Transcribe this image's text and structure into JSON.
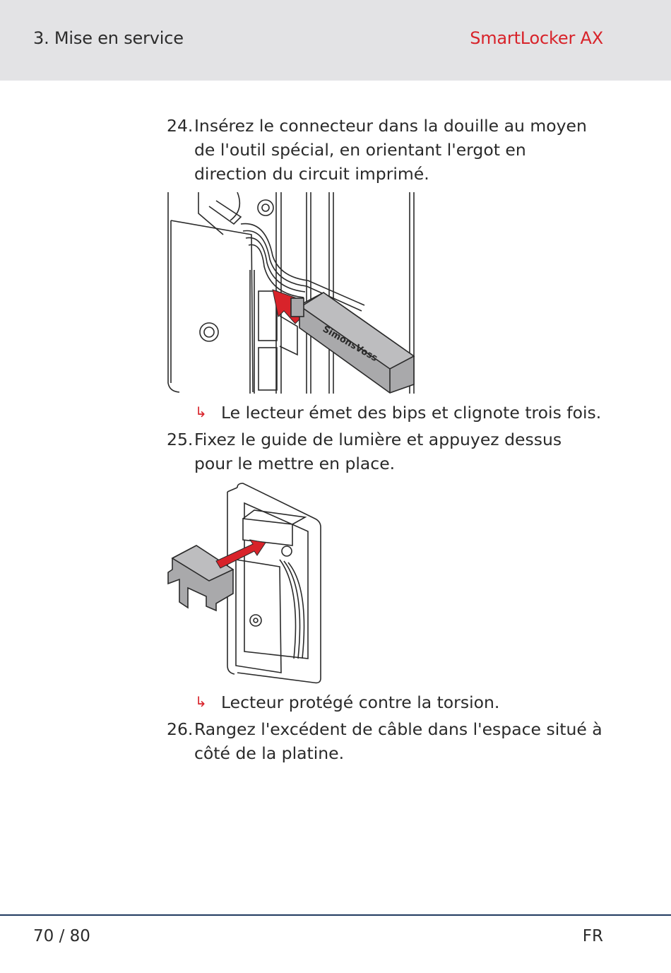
{
  "header": {
    "section": "3. Mise en service",
    "product": "SmartLocker AX"
  },
  "steps": [
    {
      "number": "24.",
      "text": "Insérez le connecteur dans la douille au moyen de l'outil spécial, en orientant l'ergot en direction du circuit imprimé."
    },
    {
      "number": "25.",
      "text": "Fixez le guide de lumière et appuyez dessus pour le mettre en place."
    },
    {
      "number": "26.",
      "text": "Rangez l'excédent de câble dans l'espace situé à côté de la platine."
    }
  ],
  "results": [
    {
      "symbol": "↳",
      "text": "Le lecteur émet des bips et clignote trois fois."
    },
    {
      "symbol": "↳",
      "text": "Lecteur protégé contre la torsion."
    }
  ],
  "figure1": {
    "brand_label": "SimonsVoss"
  },
  "footer": {
    "page": "70 / 80",
    "language": "FR"
  },
  "colors": {
    "accent": "#d8232a",
    "header_bg": "#e3e3e5",
    "footer_rule": "#1f3a5f",
    "illustration_gray": "#a9a9ab"
  }
}
